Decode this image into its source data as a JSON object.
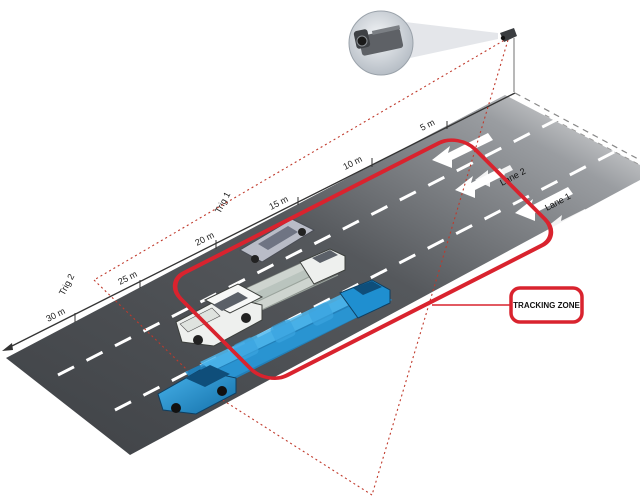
{
  "distance_markers": [
    "5 m",
    "10 m",
    "15 m",
    "20 m",
    "25 m",
    "30 m"
  ],
  "triggers": [
    "Trig 1",
    "Trig 2"
  ],
  "lanes": [
    "Lane 2",
    "Lane 1"
  ],
  "tracking_zone_label": "TRACKING ZONE",
  "colors": {
    "road": "#505357",
    "road_shadow": "#c9cbcd",
    "lane_marking": "#ffffff",
    "tracking_zone": "#d9232e",
    "field_of_view": "#c0392b",
    "blue_vehicle": "#1f8fd0",
    "white_vehicle": "#eef0ee",
    "grey_vehicle": "#b9bcc7"
  },
  "icons": [
    "camera-icon",
    "direction-arrow-icon",
    "car-icon",
    "suv-icon"
  ]
}
